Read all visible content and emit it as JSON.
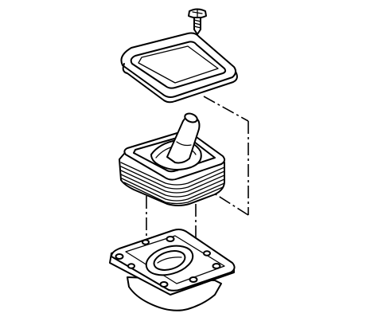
{
  "diagram": {
    "kind": "exploded-assembly",
    "parts": [
      {
        "id": "screw",
        "icon": "screw-icon"
      },
      {
        "id": "trim-bezel",
        "icon": "bezel-frame-icon"
      },
      {
        "id": "shift-boot",
        "icon": "rubber-boot-icon"
      },
      {
        "id": "base-plate",
        "icon": "base-plate-icon"
      }
    ],
    "alignment_lines": "dash-dot",
    "ink_color": "#000000",
    "paper_color": "#ffffff",
    "labels": []
  }
}
